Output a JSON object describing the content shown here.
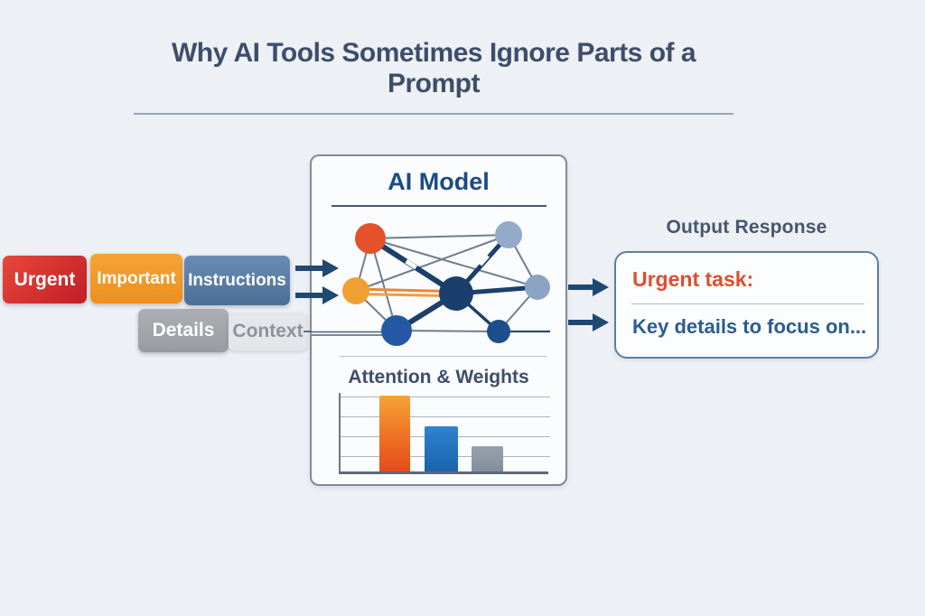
{
  "page": {
    "title": "Why AI Tools Sometimes Ignore Parts of a Prompt",
    "background_color": "#edf0f4",
    "title_color": "#3d4e6b",
    "arrow_color": "#1f4873"
  },
  "input_tokens": [
    {
      "label": "Urgent",
      "color": "#d42b2a",
      "text_color": "#ffffff"
    },
    {
      "label": "Important",
      "color": "#f0992b",
      "text_color": "#ffffff"
    },
    {
      "label": "Instructions",
      "color": "#5b7da6",
      "text_color": "#ffffff"
    },
    {
      "label": "Details",
      "color": "#a7abb0",
      "text_color": "#ffffff"
    },
    {
      "label": "Context",
      "color": "#e4e6ea",
      "text_color": "#8d939d"
    }
  ],
  "model": {
    "title": "AI Model",
    "title_color": "#1d4a87",
    "attention_title": "Attention & Weights",
    "node_colors": {
      "highlight_orange_red": "#e4512a",
      "highlight_orange": "#f0a032",
      "core_navy": "#1b3f6d",
      "active_blue": "#2458a4",
      "inactive_blue_gray": "#93aac8",
      "secondary_blue": "#1d4d8c"
    },
    "highlight_edge_color": "#ee8630"
  },
  "output": {
    "title": "Output Response",
    "line1": "Urgent task:",
    "line1_color": "#dd4f2e",
    "line2": "Key details to focus on...",
    "line2_color": "#2a5c92"
  },
  "chart_data": {
    "type": "bar",
    "title": "Attention & Weights",
    "categories": [
      "",
      "",
      ""
    ],
    "values": [
      0.9,
      0.54,
      0.3
    ],
    "bar_colors": [
      [
        "#f6a233",
        "#e64a1b"
      ],
      [
        "#2f83cd",
        "#1b63ae"
      ],
      [
        "#97a1ad",
        "#848f9c"
      ]
    ],
    "xlabel": "",
    "ylabel": "",
    "ylim": [
      0,
      1
    ],
    "grid": true,
    "legend": false
  }
}
